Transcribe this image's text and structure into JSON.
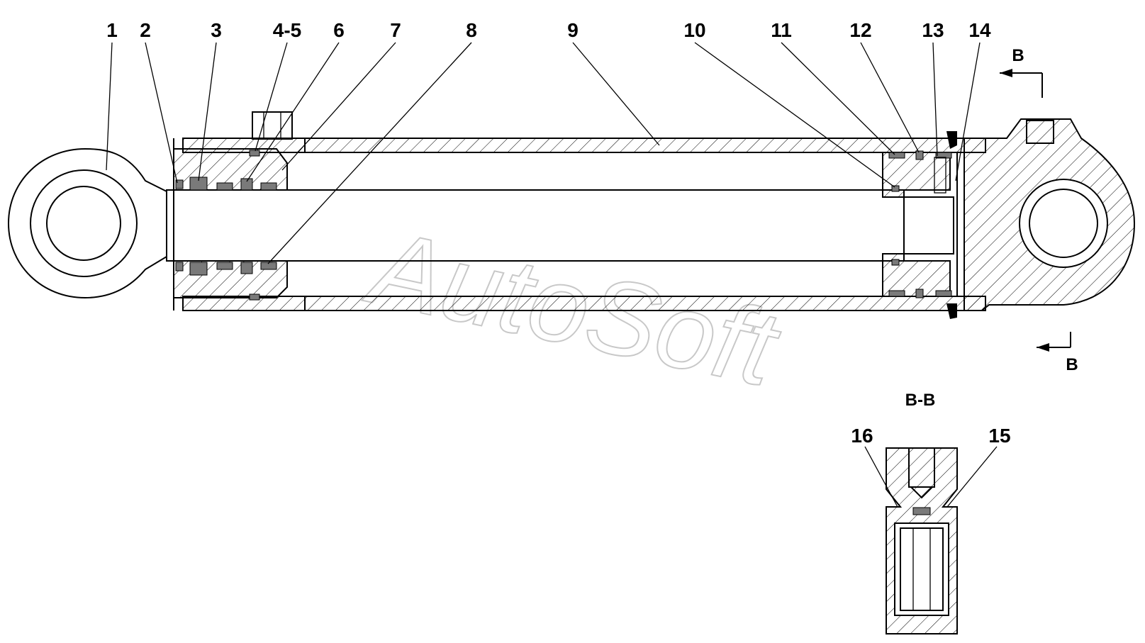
{
  "callouts": [
    "1",
    "2",
    "3",
    "4-5",
    "6",
    "7",
    "8",
    "9",
    "10",
    "11",
    "12",
    "13",
    "14",
    "15",
    "16"
  ],
  "section_marker": "B",
  "section_title": "B-B",
  "watermark": "AutoSoft"
}
